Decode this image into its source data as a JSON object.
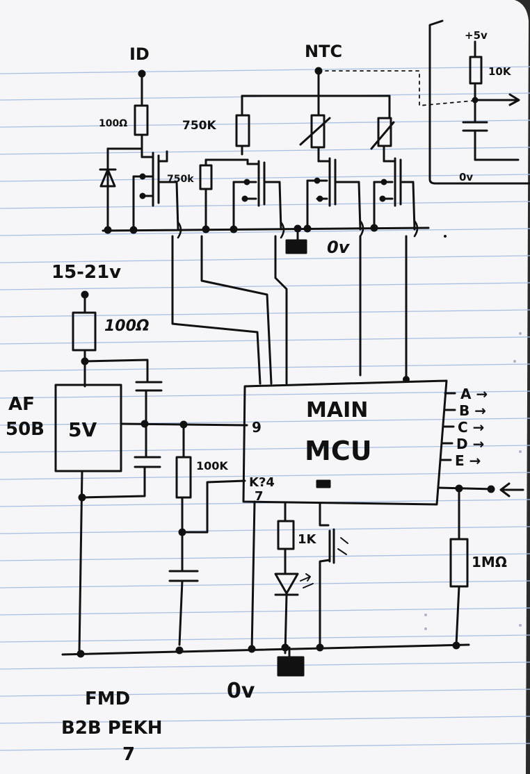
{
  "colors": {
    "paper": "#f6f6f8",
    "rule_line": "#a9bfe2",
    "ink": "#111111",
    "dots": "#8a7fb0"
  },
  "labels": {
    "id_input": "ID",
    "ntc_input": "NTC",
    "r_100r_top": "100Ω",
    "r_750k_a": "750K",
    "r_750k_b": "750k",
    "ground_mid": "0v",
    "supply": "15-21v",
    "r_100r_supply": "100Ω",
    "regulator_part_a": "AF",
    "regulator_part_b": "50B",
    "regulator_out": "5V",
    "r_100k": "100K",
    "mcu_title_line1": "MAIN",
    "mcu_title_line2": "MCU",
    "pin_9": "9",
    "pin_label_b": "K?4",
    "pin_7": "7",
    "out_a": "A →",
    "out_b": "B →",
    "out_c": "C →",
    "out_d": "D →",
    "out_e": "E →",
    "r_1k": "1K",
    "r_1m": "1MΩ",
    "ground_bottom": "0v",
    "chip_line1": "FMD",
    "chip_line2": "B2B PEKH",
    "chip_line3": "7",
    "inset_supply": "+5v",
    "inset_r": "10K",
    "inset_ground": "0v"
  }
}
